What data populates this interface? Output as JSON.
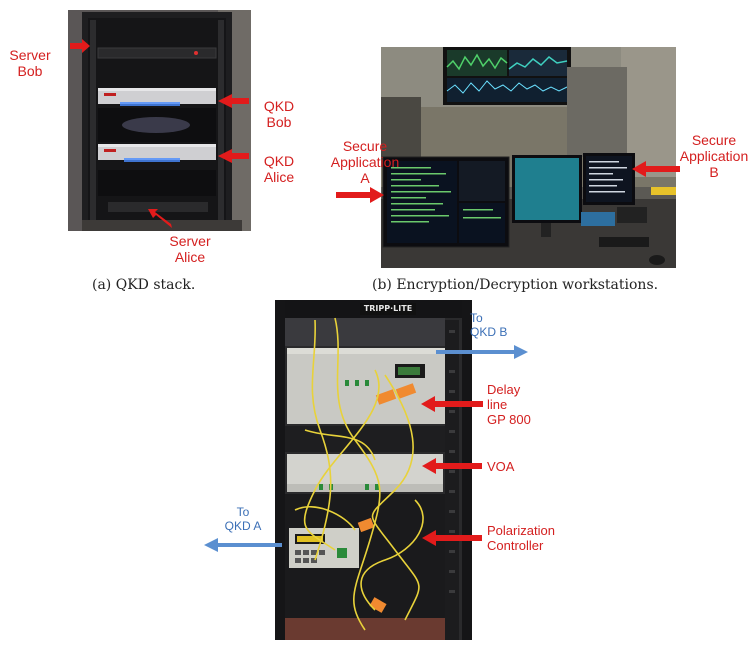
{
  "panel_a": {
    "caption": "(a) QKD stack.",
    "labels": {
      "server_bob": "Server\nBob",
      "qkd_bob": "QKD\nBob",
      "qkd_alice": "QKD\nAlice",
      "server_alice": "Server\nAlice"
    }
  },
  "panel_b": {
    "caption": "(b) Encryption/Decryption workstations.",
    "labels": {
      "secure_app_a": "Secure\nApplication\nA",
      "secure_app_b": "Secure\nApplication\nB"
    }
  },
  "panel_c": {
    "brand": "TRIPP·LITE",
    "labels": {
      "to_qkd_b": "To\nQKD B",
      "to_qkd_a": "To\nQKD A",
      "delay_line": "Delay\nline\nGP 800",
      "voa": "VOA",
      "polarization": "Polarization\nController"
    }
  },
  "colors": {
    "arrow_red": "#e21b1b",
    "arrow_blue": "#5b8fd0",
    "label_red": "#d42020",
    "label_blue": "#3b6fb6"
  }
}
